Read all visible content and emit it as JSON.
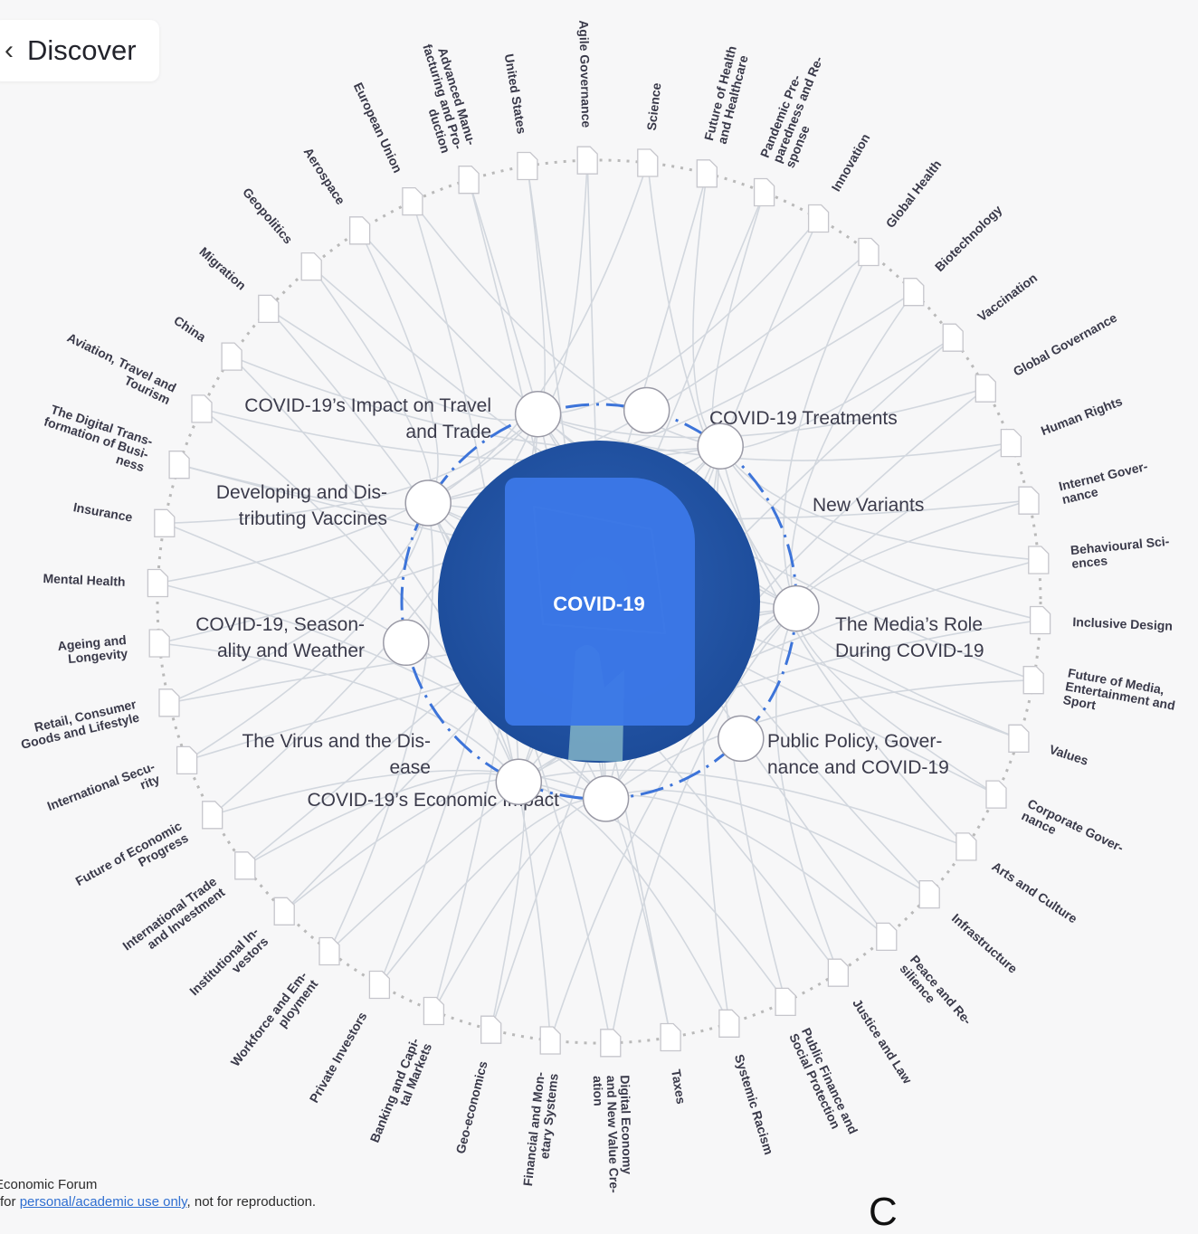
{
  "nav": {
    "back_label": "Discover",
    "back_icon": "chevron-left-icon"
  },
  "center": {
    "label": "COVID-19"
  },
  "subtopics": [
    "COVID-19’s Impact on Travel\nand Trade",
    "COVID-19 Treatments",
    "New Variants",
    "The Media’s Role\nDuring COVID-19",
    "Public Policy, Gover-\nnance and COVID-19",
    "COVID-19’s Economic Impact",
    "The Virus and the Dis-\nease",
    "COVID-19, Season-\nality and Weather",
    "Developing and Dis-\ntributing Vaccines"
  ],
  "topics": [
    "Agile Governance",
    "Science",
    "Future of Health\nand Healthcare",
    "Pandemic Pre-\nparedness and Re-\nsponse",
    "Innovation",
    "Global Health",
    "Biotechnology",
    "Vaccination",
    "Global Governance",
    "Human Rights",
    "Internet Gover-\nnance",
    "Behavioural Sci-\nences",
    "Inclusive Design",
    "Future of Media,\nEntertainment and\nSport",
    "Values",
    "Corporate Gover-\nnance",
    "Arts and Culture",
    "Infrastructure",
    "Peace and Re-\nsilience",
    "Justice and Law",
    "Public Finance and\nSocial Protection",
    "Systemic Racism",
    "Taxes",
    "Digital Economy\nand New Value Cre-\nation",
    "Financial and Mon-\netary Systems",
    "Geo-economics",
    "Banking and Capi-\ntal Markets",
    "Private Investors",
    "Workforce and Em-\nployment",
    "Institutional In-\nvestors",
    "International Trade\nand Investment",
    "Future of Economic\nProgress",
    "International Secu-\nrity",
    "Retail, Consumer\nGoods and Lifestyle",
    "Ageing and\nLongevity",
    "Mental Health",
    "Insurance",
    "The Digital Trans-\nformation of Busi-\nness",
    "Aviation, Travel and\nTourism",
    "China",
    "Migration",
    "Geopolitics",
    "Aerospace",
    "European Union",
    "Advanced Manu-\nfacturing and Pro-\nduction",
    "United States"
  ],
  "footer": {
    "line1": "Economic Forum",
    "line2_prefix": "for ",
    "line2_link": "personal/academic use only",
    "line2_suffix": ", not for reproduction."
  },
  "corner_text": "C",
  "colors": {
    "center_circle": "#1f4f9c",
    "center_card": "#3b78e7",
    "dashed_ring": "#3d74d9",
    "outer_ring": "#b8b8b8",
    "links": "#d2d7de",
    "label_text": "#3a3a4a"
  }
}
